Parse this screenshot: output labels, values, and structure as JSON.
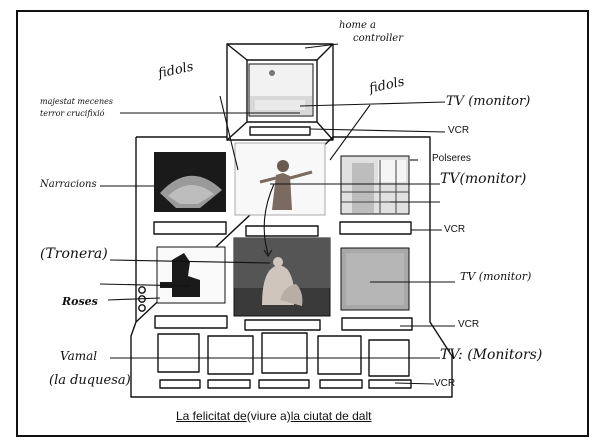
{
  "labels": {
    "home_a_controller_1": "home a",
    "home_a_controller_2": "controller",
    "fidols_left": "fidols",
    "fidols_right": "fidols",
    "majestat_1": "majestat mecenes",
    "majestat_2": "terror crucifixió",
    "tv_top": "TV (monitor)",
    "vcr_top": "VCR",
    "polseres": "Polseres",
    "narracions": "Narracions",
    "tv_right_mid": "TV(monitor)",
    "vcr_mid": "VCR",
    "tronera": "(Tronera)",
    "tv_right_lower": "TV (monitor)",
    "roses": "Roses",
    "vcr_lower": "VCR",
    "vamal": "Vamal",
    "la_duquesa": "(la duquesa)",
    "tv_monitors_bottom": "TV: (Monitors)",
    "vcr_bottom": "VCR"
  },
  "caption": {
    "part1": "La felicitat de",
    "part2": "(viure a)",
    "part3": "la ciutat de dalt"
  }
}
